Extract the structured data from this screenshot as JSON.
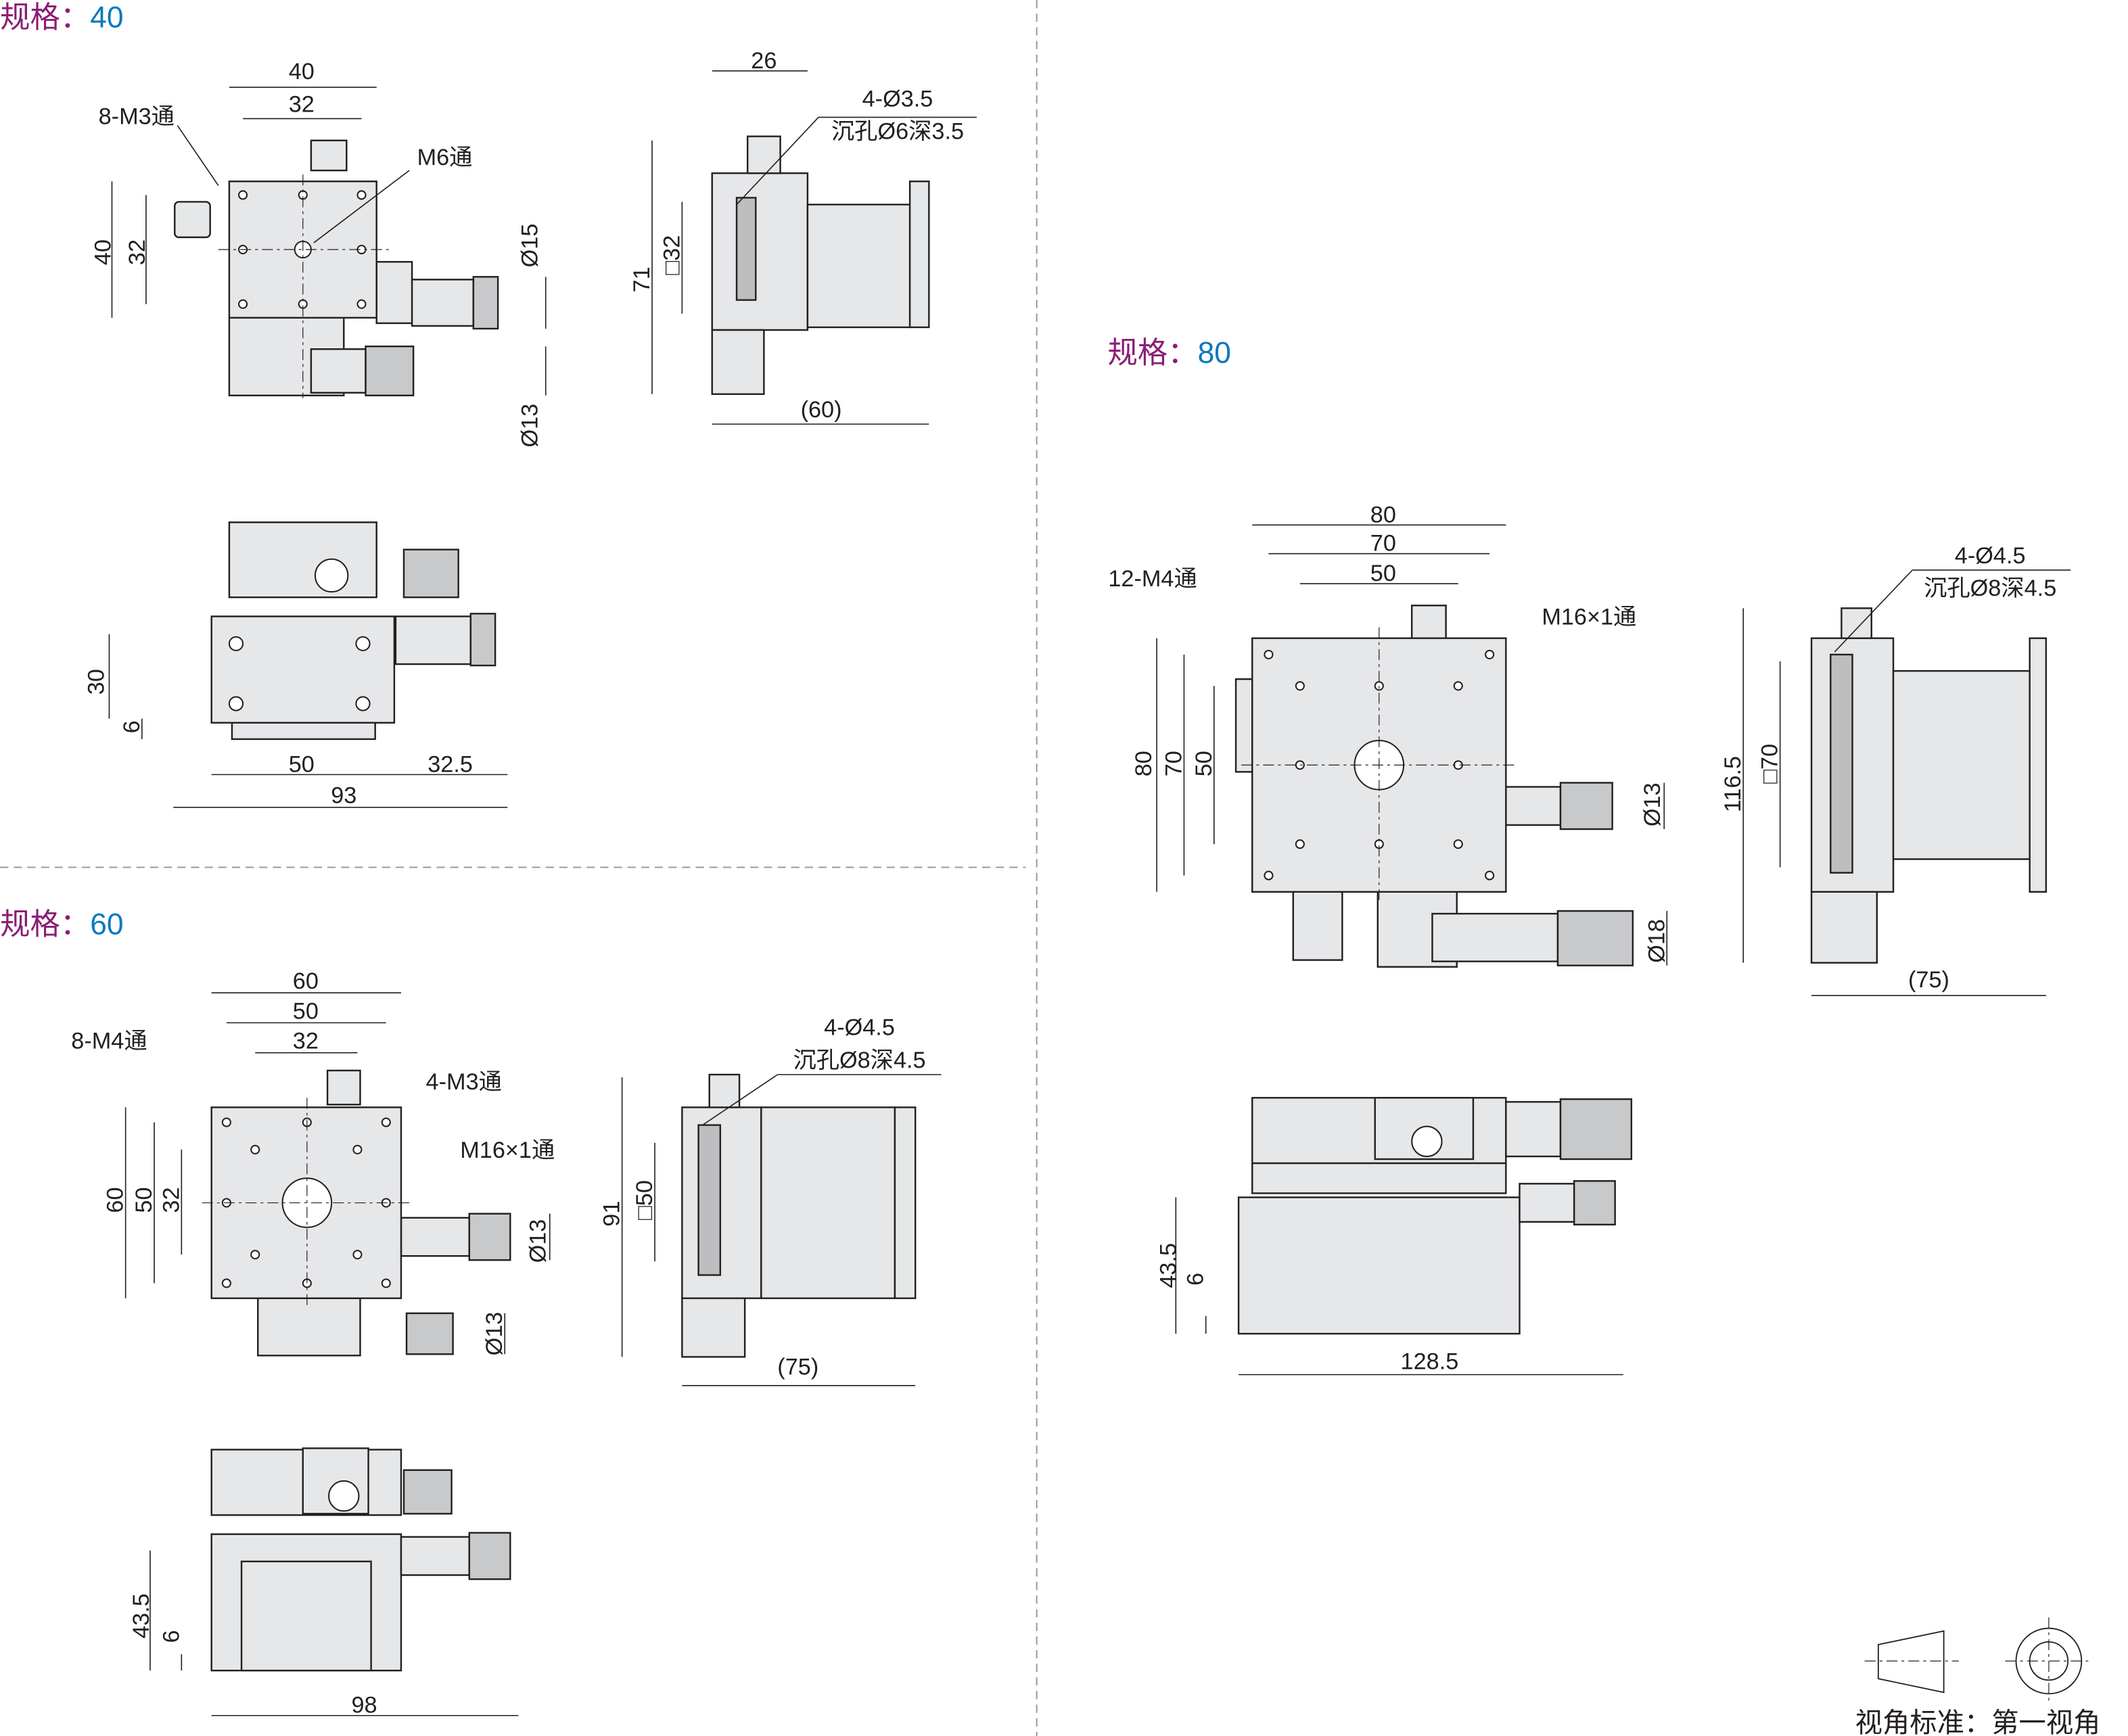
{
  "sections": [
    {
      "title_label": "规格：",
      "title_value": "40",
      "dims": [
        "40",
        "32",
        "8-M3通",
        "M6通",
        "40",
        "32",
        "Ø15",
        "Ø13",
        "26",
        "4-Ø3.5",
        "沉孔Ø6深3.5",
        "71",
        "□32",
        "(60)",
        "30",
        "6",
        "50",
        "32.5",
        "93"
      ]
    },
    {
      "title_label": "规格：",
      "title_value": "60",
      "dims": [
        "60",
        "50",
        "32",
        "8-M4通",
        "4-M3通",
        "M16×1通",
        "60",
        "50",
        "32",
        "Ø13",
        "Ø13",
        "4-Ø4.5",
        "沉孔Ø8深4.5",
        "91",
        "□50",
        "(75)",
        "43.5",
        "6",
        "98"
      ]
    },
    {
      "title_label": "规格：",
      "title_value": "80",
      "dims": [
        "80",
        "70",
        "50",
        "12-M4通",
        "M16×1通",
        "4-Ø4.5",
        "沉孔Ø8深4.5",
        "80",
        "70",
        "50",
        "Ø13",
        "Ø18",
        "116.5",
        "□70",
        "(75)",
        "43.5",
        "6",
        "128.5"
      ]
    }
  ],
  "legend": {
    "text": "视角标准：第一视角"
  },
  "colors": {
    "title_label": "#8b1e74",
    "title_value": "#0a78be"
  }
}
